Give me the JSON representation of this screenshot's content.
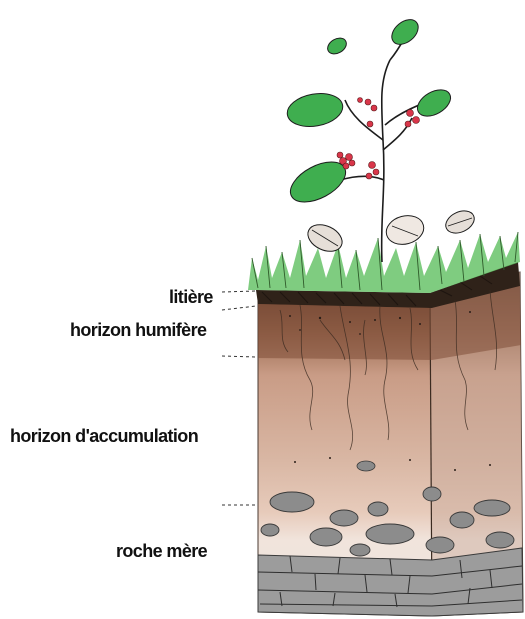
{
  "labels": {
    "litiere": "litière",
    "humifere": "horizon humifère",
    "accumulation": "horizon d'accumulation",
    "roche_mere": "roche mère"
  },
  "colors": {
    "grass": "#5fbf60",
    "leaf": "#3fae4f",
    "berry": "#d9364a",
    "litter": "#3a2a20",
    "humus": "#8a5a42",
    "accumulation": "#d9b7a4",
    "gravel_zone": "#efe3dc",
    "stone": "#8d8d8d",
    "bedrock": "#9a9a9a"
  }
}
